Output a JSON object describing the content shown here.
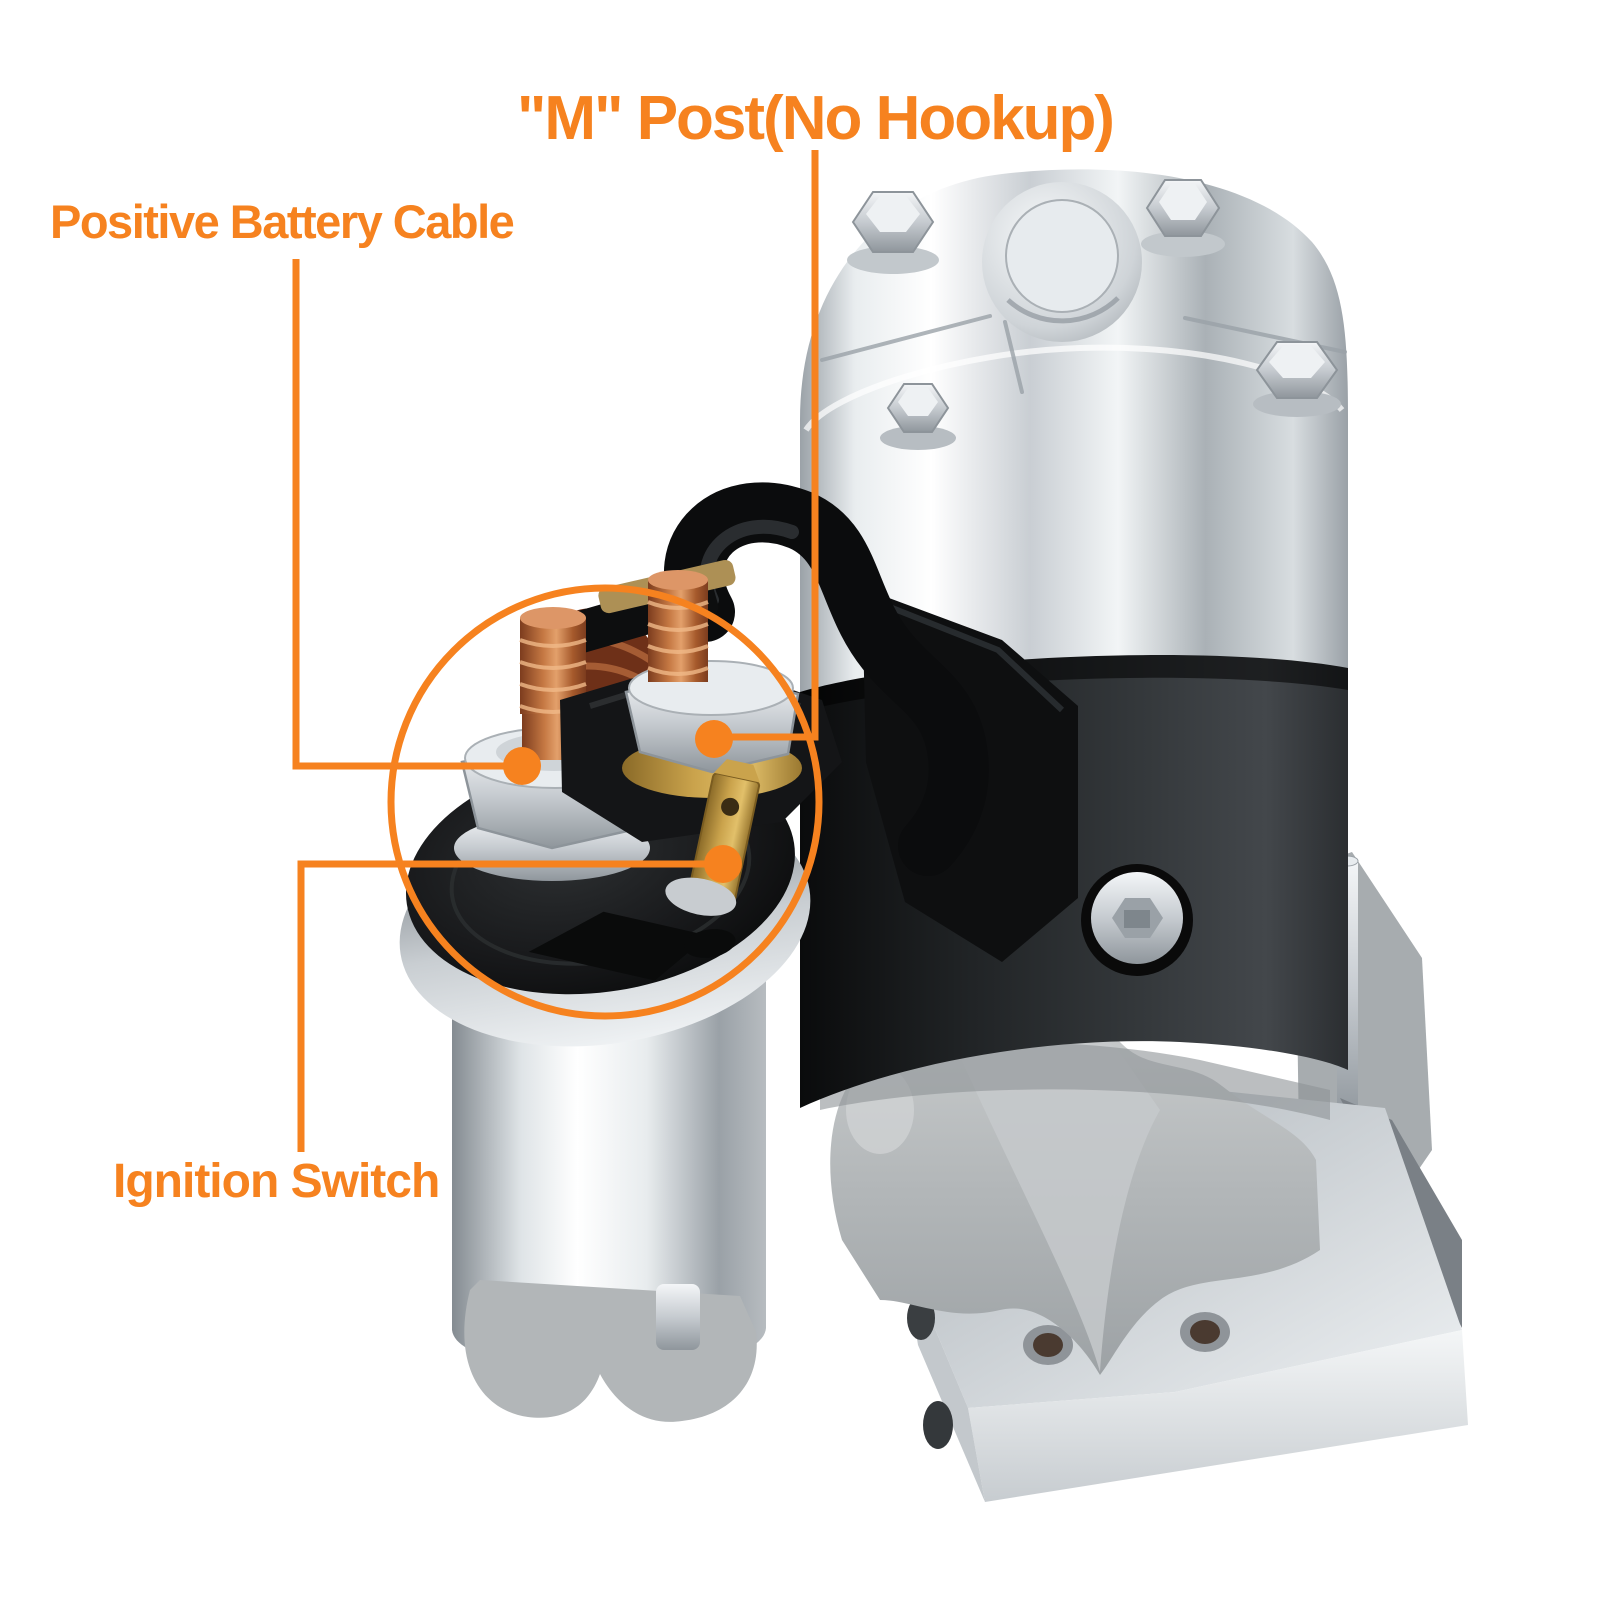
{
  "image": {
    "background": "#ffffff",
    "accent_color": "#f6821f",
    "subject": "Chrome starter motor with solenoid, annotated wiring callouts"
  },
  "annotations": {
    "m_post": {
      "label": "\"M\" Post(No Hookup)"
    },
    "positive_battery_cable": {
      "label": "Positive Battery Cable"
    },
    "ignition_switch": {
      "label": "Ignition Switch"
    }
  }
}
